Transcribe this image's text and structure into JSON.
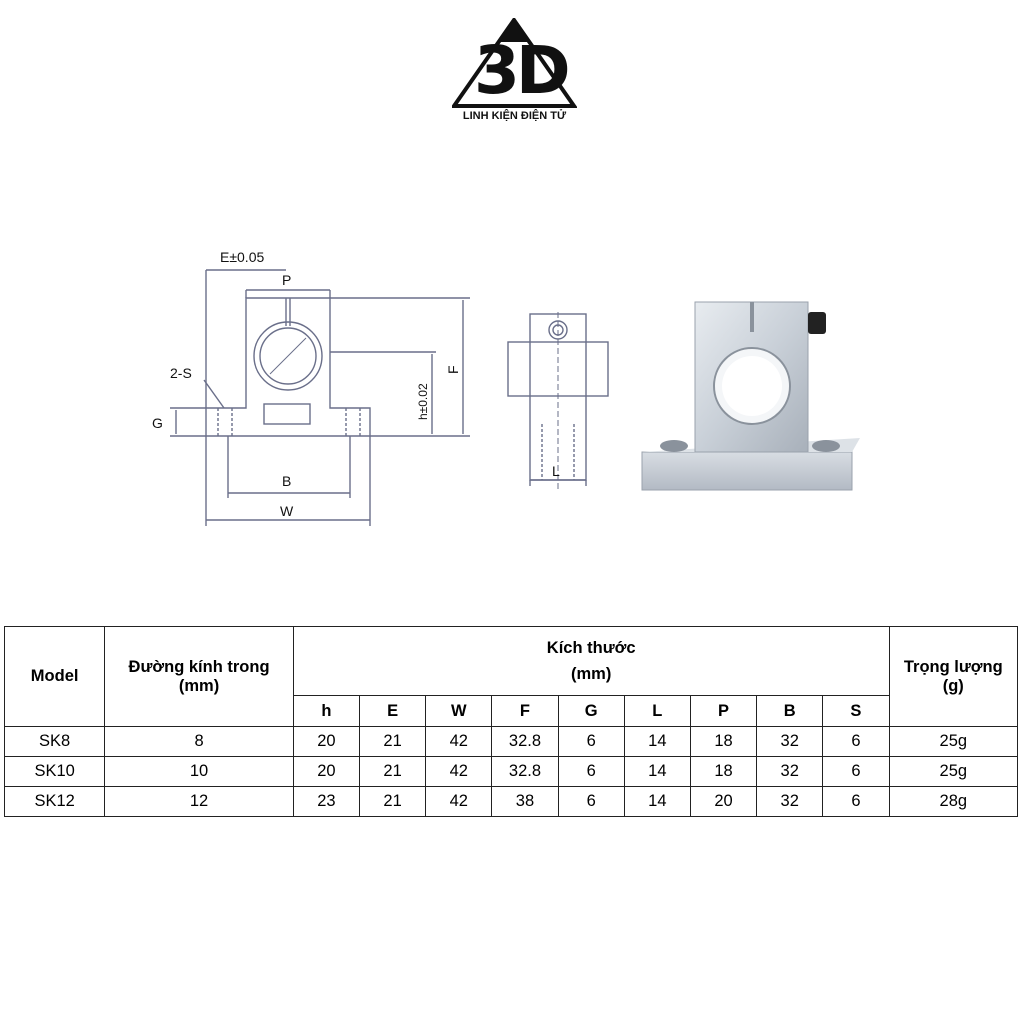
{
  "logo": {
    "mark": "3D",
    "tagline": "LINH KIỆN ĐIỆN TỬ"
  },
  "drawing": {
    "front": {
      "label_e": "E±0.05",
      "label_p": "P",
      "label_s": "2-S",
      "label_g": "G",
      "label_h": "h±0.02",
      "label_f": "F",
      "label_b": "B",
      "label_w": "W"
    },
    "side": {
      "label_l": "L"
    }
  },
  "table": {
    "header": {
      "model": "Model",
      "inner_diameter_line1": "Đường kính trong",
      "inner_diameter_line2": "(mm)",
      "dimensions_line1": "Kích thước",
      "dimensions_line2": "(mm)",
      "weight_line1": "Trọng lượng",
      "weight_line2": "(g)",
      "sub": [
        "h",
        "E",
        "W",
        "F",
        "G",
        "L",
        "P",
        "B",
        "S"
      ]
    },
    "rows": [
      {
        "model": "SK8",
        "diameter": "8",
        "dims": [
          "20",
          "21",
          "42",
          "32.8",
          "6",
          "14",
          "18",
          "32",
          "6"
        ],
        "weight": "25g"
      },
      {
        "model": "SK10",
        "diameter": "10",
        "dims": [
          "20",
          "21",
          "42",
          "32.8",
          "6",
          "14",
          "18",
          "32",
          "6"
        ],
        "weight": "25g"
      },
      {
        "model": "SK12",
        "diameter": "12",
        "dims": [
          "23",
          "21",
          "42",
          "38",
          "6",
          "14",
          "20",
          "32",
          "6"
        ],
        "weight": "28g"
      }
    ]
  }
}
